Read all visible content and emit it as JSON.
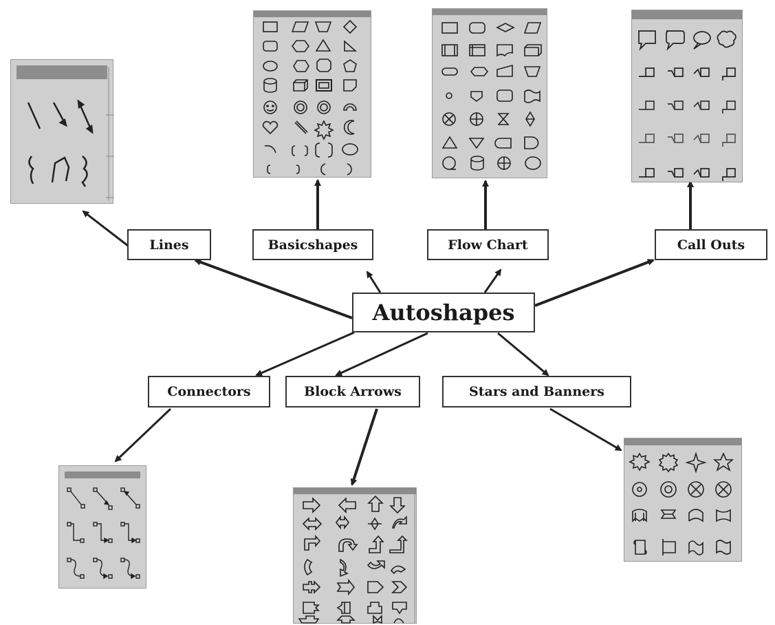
{
  "diagram": {
    "center_label": "Autoshapes",
    "categories": [
      {
        "id": "lines",
        "label": "Lines"
      },
      {
        "id": "basic",
        "label": "Basicshapes"
      },
      {
        "id": "flow",
        "label": "Flow Chart"
      },
      {
        "id": "callouts",
        "label": "Call Outs"
      },
      {
        "id": "connectors",
        "label": "Connectors"
      },
      {
        "id": "block",
        "label": "Block Arrows"
      },
      {
        "id": "stars",
        "label": "Stars and Banners"
      }
    ]
  },
  "colors": {
    "palette_bg": "#cfcfcf",
    "palette_title": "#8c8c8c",
    "ink": "#1a1a1a",
    "arrow": "#222222"
  }
}
